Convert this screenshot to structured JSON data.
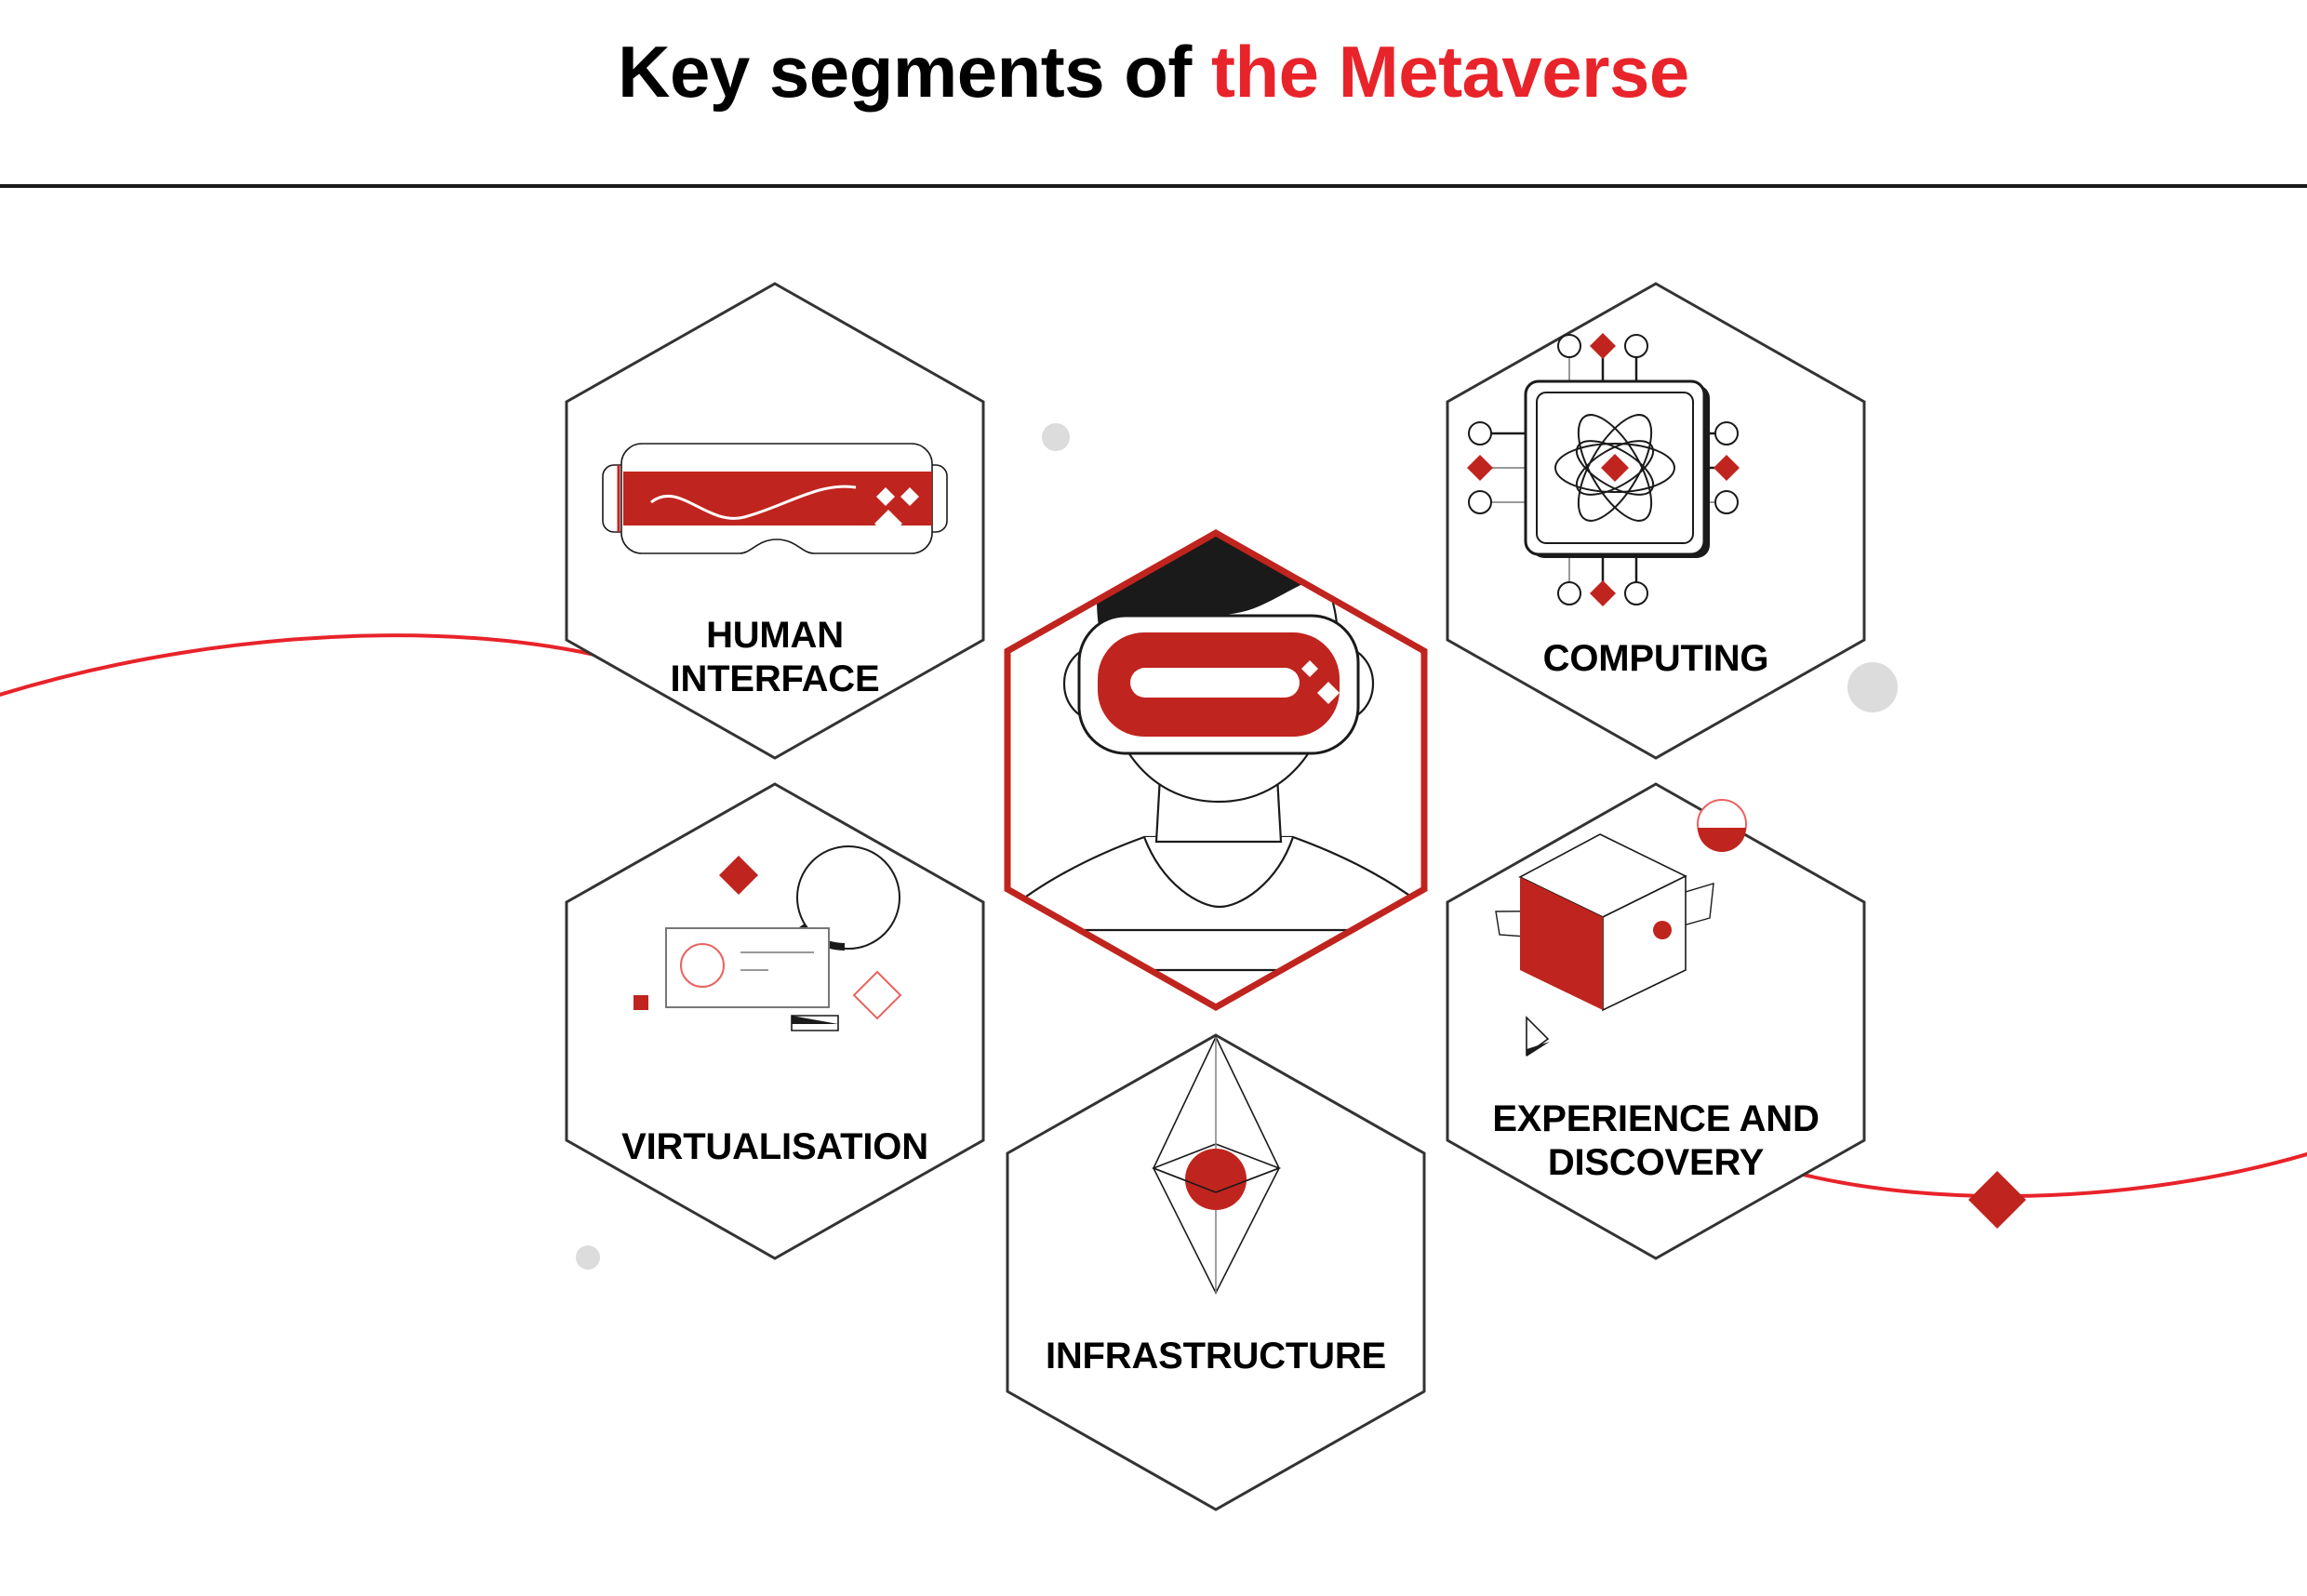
{
  "page": {
    "background": "#ffffff",
    "accent_red": "#E8232A",
    "icon_red": "#C0241E",
    "line_dark": "#333333",
    "gray_circle": "#dcdcdc"
  },
  "header": {
    "title_black": "Key segments of ",
    "title_red": "the Metaverse",
    "divider": true
  },
  "diagram": {
    "center": {
      "name": "metaverse-user",
      "description": "person wearing VR headset",
      "hex_stroke": "#C0241E"
    },
    "segments": [
      {
        "id": "human-interface",
        "label": "HUMAN\nINTERFACE",
        "icon": "vr-goggles-icon",
        "position": "top-left"
      },
      {
        "id": "computing",
        "label": "COMPUTING",
        "icon": "cpu-atom-icon",
        "position": "top-right"
      },
      {
        "id": "virtualisation",
        "label": "VIRTUALISATION",
        "icon": "id-card-shapes-icon",
        "position": "mid-left"
      },
      {
        "id": "experience-and-discovery",
        "label": "EXPERIENCE AND\nDISCOVERY",
        "icon": "isometric-cube-icon",
        "position": "mid-right"
      },
      {
        "id": "infrastructure",
        "label": "INFRASTRUCTURE",
        "icon": "octahedron-sphere-icon",
        "position": "bottom-center"
      }
    ],
    "decorations": [
      {
        "name": "red-arc-left",
        "color": "#E8232A"
      },
      {
        "name": "red-arc-right",
        "color": "#E8232A"
      },
      {
        "name": "red-diamond-right",
        "color": "#C0241E"
      },
      {
        "name": "gray-dot-small-top",
        "color": "#dcdcdc"
      },
      {
        "name": "gray-dot-large-right",
        "color": "#dcdcdc"
      },
      {
        "name": "gray-dot-small-bottom-left",
        "color": "#dcdcdc"
      }
    ]
  }
}
